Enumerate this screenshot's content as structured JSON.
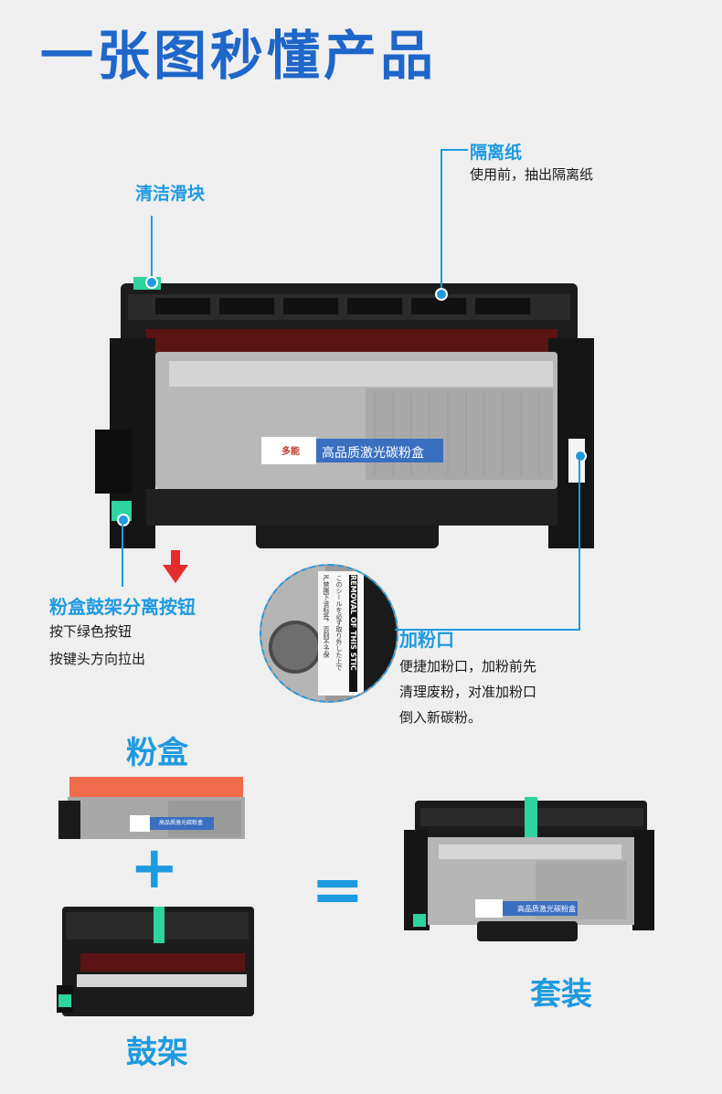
{
  "header": {
    "title": "一张图秒懂产品"
  },
  "callouts": {
    "cleaning_slider": {
      "title": "清洁滑块"
    },
    "separator_paper": {
      "title": "隔离纸",
      "desc": "使用前，抽出隔离纸"
    },
    "separator_button": {
      "title": "粉盒鼓架分离按钮",
      "lines": [
        "按下绿色按钮",
        "按键头方向拉出"
      ]
    },
    "fill_port": {
      "title": "加粉口",
      "lines": [
        "便捷加粉口，加粉前先",
        "清理废粉，对准加粉口",
        "倒入新碳粉。"
      ]
    }
  },
  "product": {
    "label": "高品质激光碳粉盒",
    "label_small": "高品质激光碳粉盒",
    "brand": "多能",
    "sticker_line1": "REMOVAL OF THIS STIC",
    "sticker_line2": "このシールを必ず取り外した上で",
    "sticker_line3": "严禁撕下该标签，否则不予保"
  },
  "combo": {
    "toner_label": "粉盒",
    "plus": "+",
    "drum_label": "鼓架",
    "equals": "=",
    "set_label": "套装"
  },
  "colors": {
    "accent": "#1e9ae0",
    "title": "#1e66c9",
    "button_green": "#2ed3a0",
    "arrow_red": "#e52b2b"
  }
}
